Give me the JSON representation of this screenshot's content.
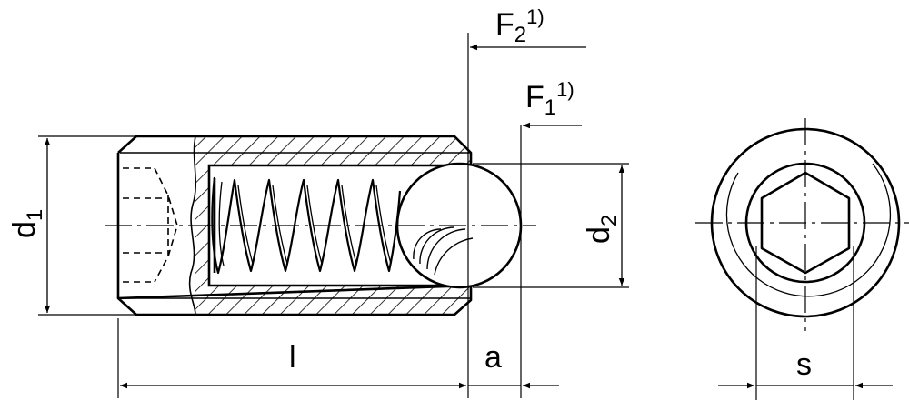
{
  "labels": {
    "F2": "F",
    "F2_sub": "2",
    "F2_note": "1)",
    "F1": "F",
    "F1_sub": "1",
    "F1_note": "1)",
    "d1": "d",
    "d1_sub": "1",
    "d2": "d",
    "d2_sub": "2",
    "l": "l",
    "a": "a",
    "s": "s"
  },
  "colors": {
    "ink": "#000000",
    "paper": "#ffffff"
  }
}
